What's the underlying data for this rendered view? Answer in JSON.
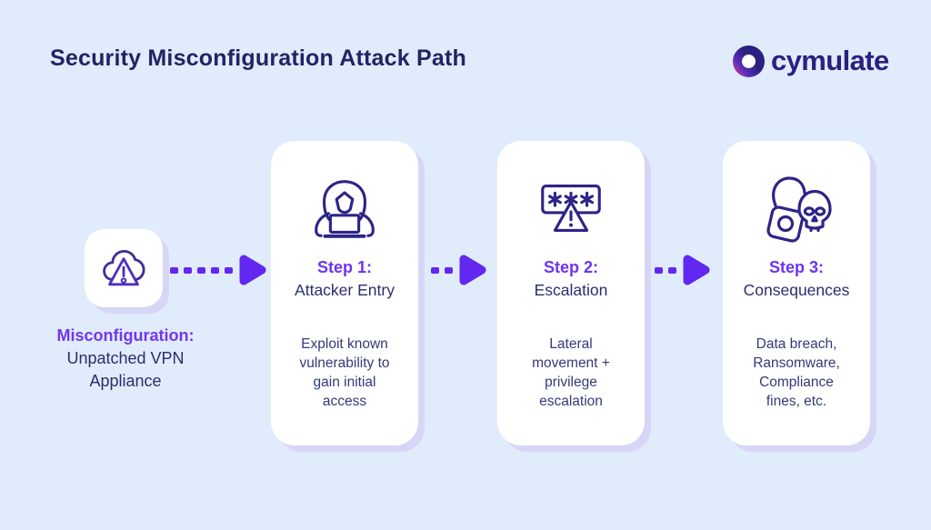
{
  "header": {
    "title": "Security Misconfiguration Attack Path"
  },
  "logo": {
    "text": "cymulate",
    "icon": "cymulate-ring-icon"
  },
  "trigger": {
    "icon": "cloud-warning-icon",
    "label": "Misconfiguration:",
    "sublabel": "Unpatched VPN Appliance"
  },
  "steps": [
    {
      "icon": "hacker-laptop-icon",
      "label": "Step 1:",
      "name": "Attacker Entry",
      "description": "Exploit known vulnerability to gain initial access"
    },
    {
      "icon": "password-warning-icon",
      "label": "Step 2:",
      "name": "Escalation",
      "description": "Lateral movement + privilege escalation"
    },
    {
      "icon": "lock-skull-icon",
      "label": "Step 3:",
      "name": "Consequences",
      "description": "Data breach, Ransomware, Compliance fines, etc."
    }
  ],
  "colors": {
    "background": "#e0ecfb",
    "title_navy": "#222365",
    "accent_purple": "#6d33f3",
    "arrow_purple": "#6227f0",
    "body_navy": "#333a78",
    "card_shadow": "#d8d6f6",
    "icon_stroke": "#2e2689",
    "logo_navy": "#2b2080",
    "logo_pink": "#e8486b"
  }
}
